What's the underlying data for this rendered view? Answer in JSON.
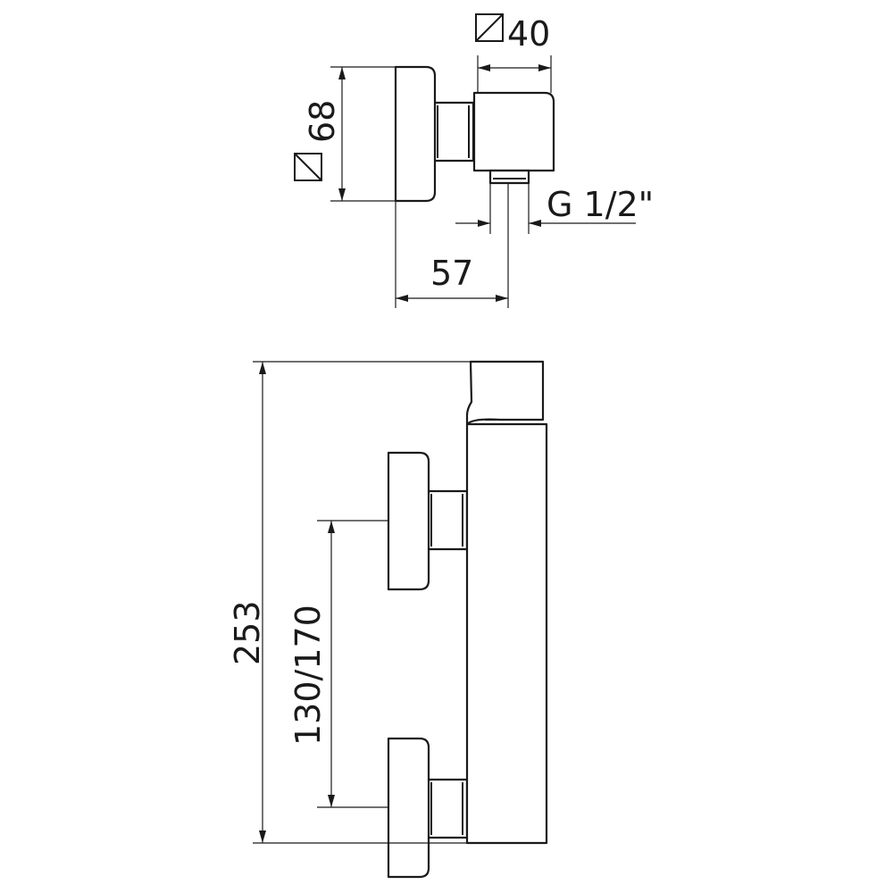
{
  "top_view": {
    "dim_width_diameter": "40",
    "dim_height_diameter": "68",
    "dim_thread": "G 1/2\"",
    "dim_depth": "57"
  },
  "front_view": {
    "dim_total_height": "253",
    "dim_inlet_spacing": "130/170"
  }
}
